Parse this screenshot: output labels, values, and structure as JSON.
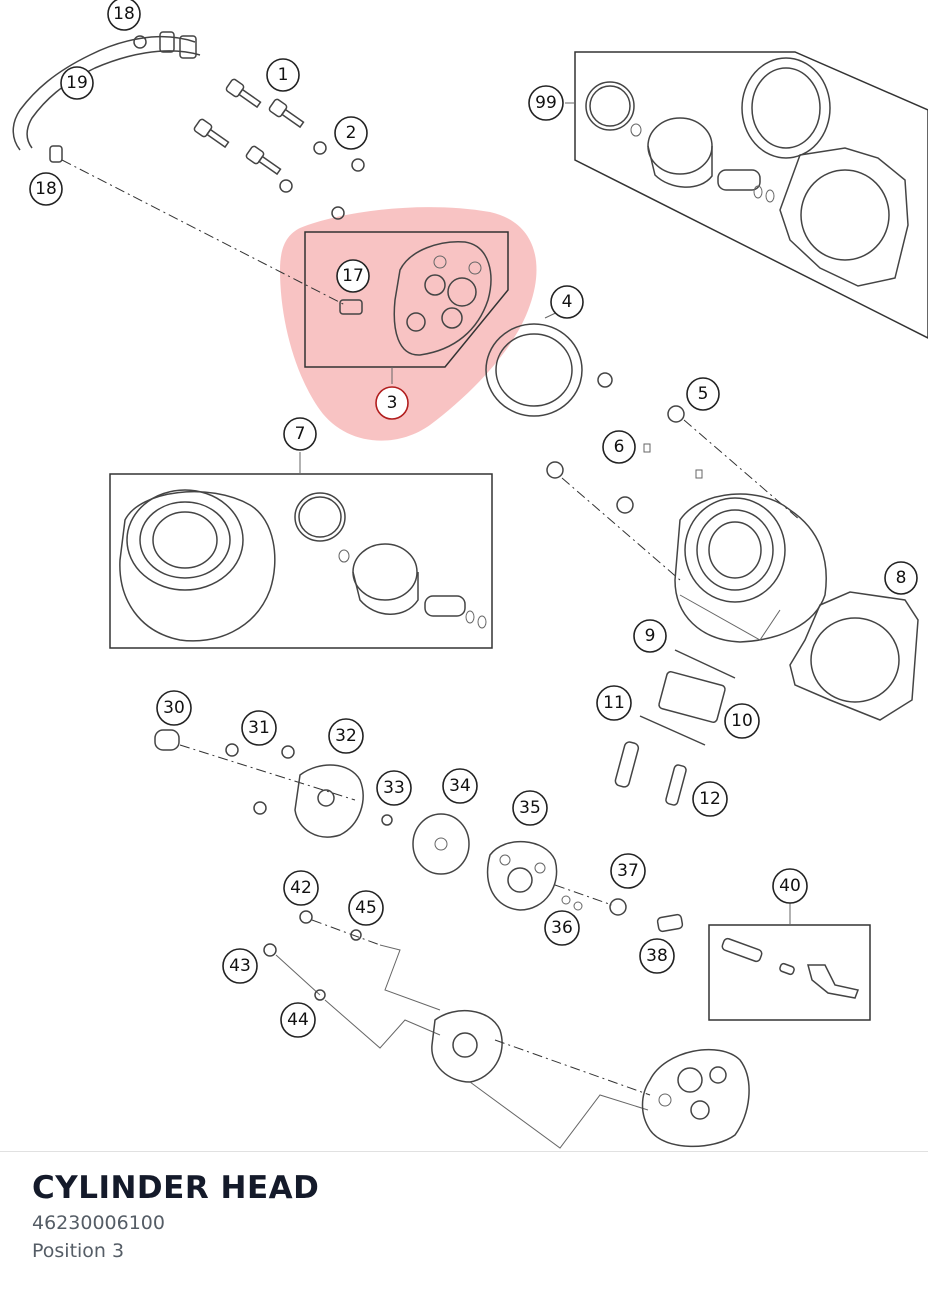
{
  "diagram": {
    "callouts": [
      "18",
      "19",
      "18",
      "1",
      "2",
      "99",
      "17",
      "3",
      "4",
      "5",
      "6",
      "7",
      "8",
      "9",
      "10",
      "11",
      "12",
      "30",
      "31",
      "32",
      "33",
      "34",
      "35",
      "36",
      "37",
      "38",
      "40",
      "42",
      "45",
      "43",
      "44"
    ],
    "highlight_color": "#f07a7a",
    "selected_callout": "3"
  },
  "selection": {
    "title": "CYLINDER HEAD",
    "part_number": "46230006100",
    "position": "Position 3"
  }
}
